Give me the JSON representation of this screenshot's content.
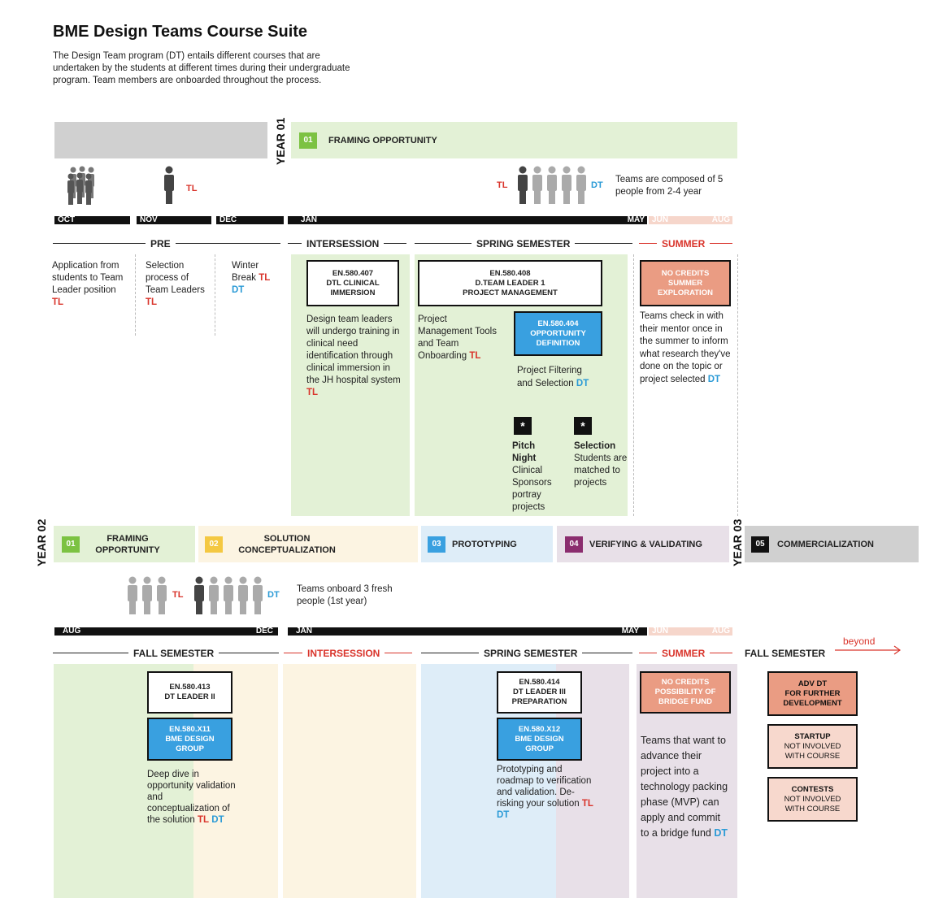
{
  "title": "BME Design Teams Course Suite",
  "intro": "The Design Team program (DT) entails different courses that are undertaken by the students at different times during their undergraduate program. Team members are onboarded throughout the process.",
  "year1": {
    "label": "YEAR 01",
    "phase_num": "01",
    "phase": "FRAMING OPPORTUNITY",
    "tl": "TL",
    "dt": "DT",
    "team_note": "Teams are composed of 5 people from 2-4 year",
    "months": [
      "OCT",
      "NOV",
      "DEC",
      "JAN",
      "MAY",
      "JUN",
      "AUG"
    ],
    "periods": {
      "pre": "PRE",
      "intersession": "INTERSESSION",
      "spring": "SPRING SEMESTER",
      "summer": "SUMMER"
    },
    "col_oct": {
      "text": "Application from students to Team Leader position",
      "tag": "TL"
    },
    "col_nov": {
      "text": "Selection process of Team Leaders",
      "tag": "TL"
    },
    "col_dec": {
      "text": "Winter Break",
      "tag1": "TL",
      "tag2": "DT"
    },
    "course_407": {
      "code": "EN.580.407",
      "name": "DTL CLINICAL IMMERSION"
    },
    "inter_desc": {
      "text": "Design team leaders will undergo training in clinical need identification through clinical immersion in the JH hospital system",
      "tag": "TL"
    },
    "course_408": {
      "code": "EN.580.408",
      "name1": "D.TEAM LEADER 1",
      "name2": "PROJECT MANAGEMENT"
    },
    "spring_desc": {
      "text": "Project Management Tools and Team Onboarding",
      "tag": "TL"
    },
    "course_404": {
      "code": "EN.580.404",
      "name": "OPPORTUNITY DEFINITION"
    },
    "filter_desc": {
      "text": "Project Filtering and Selection",
      "tag": "DT"
    },
    "star": "*",
    "pitch": {
      "title": "Pitch Night",
      "text": "Clinical Sponsors portray projects"
    },
    "selection": {
      "title": "Selection",
      "text": "Students are matched to projects"
    },
    "summer_box": {
      "line1": "NO CREDITS",
      "line2": "SUMMER EXPLORATION"
    },
    "summer_desc": {
      "text": "Teams check in with their mentor once in the summer to inform what research they've done on the topic or project selected",
      "tag": "DT"
    }
  },
  "year2": {
    "label": "YEAR 02",
    "phases": [
      {
        "num": "01",
        "name": "FRAMING OPPORTUNITY",
        "color": "#7cc242"
      },
      {
        "num": "02",
        "name": "SOLUTION CONCEPTUALIZATION",
        "color": "#f4c842"
      },
      {
        "num": "03",
        "name": "PROTOTYPING",
        "color": "#39a0e0"
      },
      {
        "num": "04",
        "name": "VERIFYING & VALIDATING",
        "color": "#8b2d6e"
      }
    ],
    "tl": "TL",
    "dt": "DT",
    "team_note": "Teams onboard 3 fresh people (1st year)",
    "months": [
      "AUG",
      "DEC",
      "JAN",
      "MAY",
      "JUN",
      "AUG"
    ],
    "periods": {
      "fall": "FALL SEMESTER",
      "intersession": "INTERSESSION",
      "spring": "SPRING SEMESTER",
      "summer": "SUMMER"
    },
    "course_413": {
      "code": "EN.580.413",
      "name": "DT LEADER II"
    },
    "course_x11": {
      "code": "EN.580.X11",
      "name": "BME DESIGN GROUP"
    },
    "fall_desc": {
      "text": "Deep dive in opportunity validation and conceptualization of the solution",
      "tag1": "TL",
      "tag2": "DT"
    },
    "course_414": {
      "code": "EN.580.414",
      "name1": "DT LEADER III",
      "name2": "PREPARATION"
    },
    "course_x12": {
      "code": "EN.580.X12",
      "name": "BME DESIGN GROUP"
    },
    "spring_desc": {
      "text": "Prototyping and roadmap to verification and validation. De-risking your solution",
      "tag1": "TL",
      "tag2": "DT"
    },
    "summer_box": {
      "line1": "NO CREDITS",
      "line2": "POSSIBILITY OF BRIDGE FUND"
    },
    "summer_desc": {
      "text": "Teams that want to advance their project into a technology packing phase (MVP) can apply and commit to a bridge fund",
      "tag": "DT"
    }
  },
  "year3": {
    "label": "YEAR 03",
    "phase_num": "05",
    "phase": "COMMERCIALIZATION",
    "fall": "FALL SEMESTER",
    "beyond": "beyond",
    "boxes": [
      {
        "title": "ADV DT",
        "sub": "FOR FURTHER DEVELOPMENT"
      },
      {
        "title": "STARTUP",
        "sub": "NOT INVOLVED WITH COURSE"
      },
      {
        "title": "CONTESTS",
        "sub": "NOT INVOLVED WITH COURSE"
      }
    ]
  },
  "colors": {
    "green": "#e3f1d6",
    "yellow": "#fcf4e2",
    "blue": "#deedf8",
    "purple": "#e8e0e8",
    "grey": "#d0d0d0",
    "red": "#d9342b",
    "dtblue": "#2a9ad6"
  }
}
